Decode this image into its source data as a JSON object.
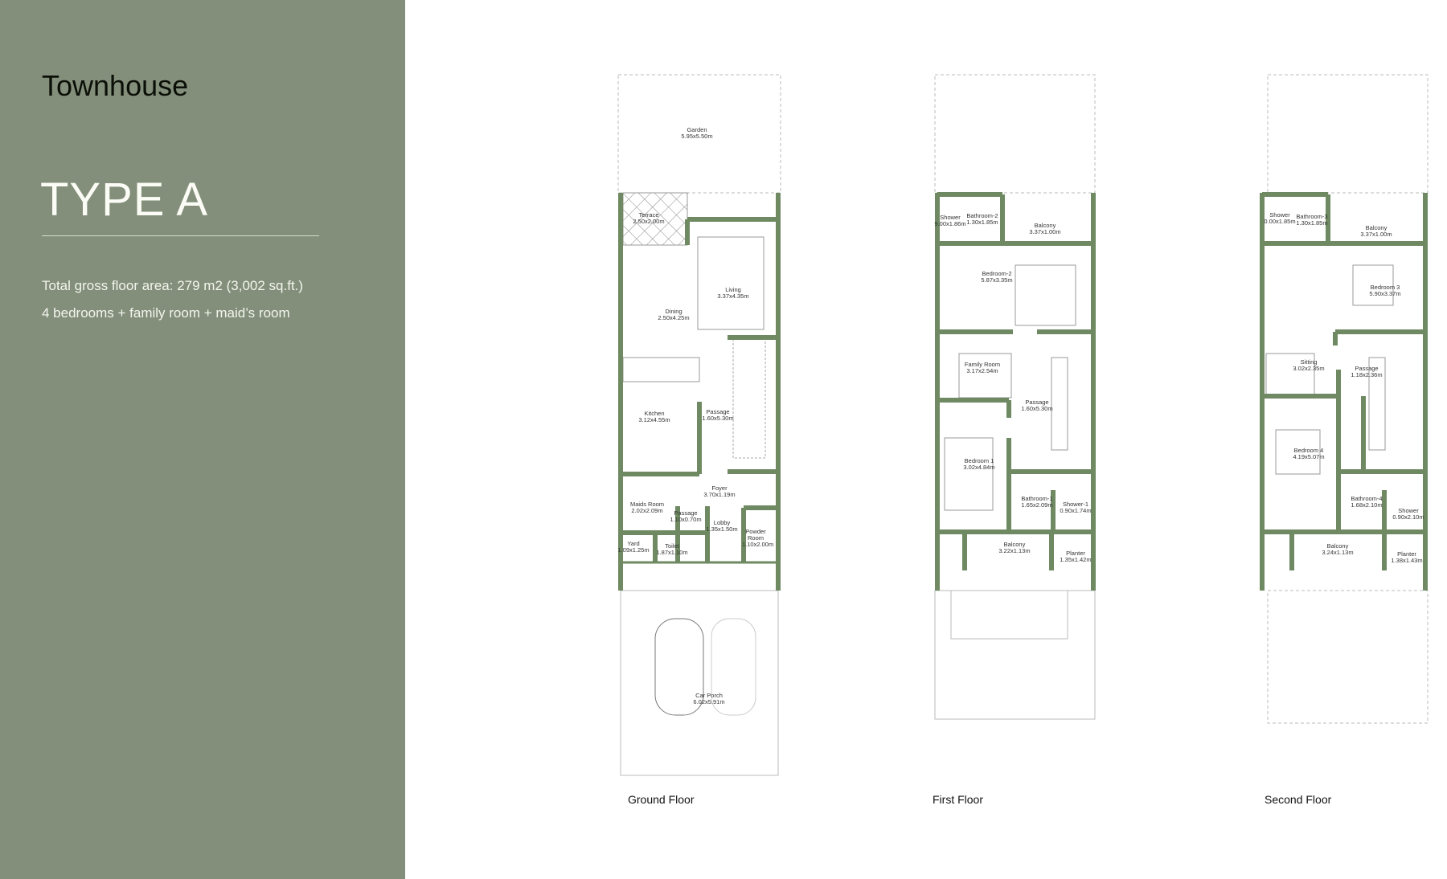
{
  "panel": {
    "title": "Townhouse",
    "type": "TYPE A",
    "specs": [
      "Total gross floor area: 279 m2 (3,002 sq.ft.)",
      "4 bedrooms + family room + maid’s room"
    ]
  },
  "colors": {
    "panel": "#838f7a",
    "wall": "#6f8a62"
  },
  "floors": {
    "ground": {
      "label": "Ground Floor",
      "rooms": [
        {
          "name": "Garden",
          "size": "5.95x5.50m"
        },
        {
          "name": "Terrace",
          "size": "2.50x2.00m"
        },
        {
          "name": "Living",
          "size": "3.37x4.35m"
        },
        {
          "name": "Dining",
          "size": "2.50x4.25m"
        },
        {
          "name": "Kitchen",
          "size": "3.12x4.55m"
        },
        {
          "name": "Passage",
          "size": "1.60x5.30m"
        },
        {
          "name": "Foyer",
          "size": "3.70x1.19m"
        },
        {
          "name": "Maids Room",
          "size": "2.02x2.09m"
        },
        {
          "name": "Passage",
          "size": "1.10x0.70m"
        },
        {
          "name": "Lobby",
          "size": "1.35x1.50m"
        },
        {
          "name": "Powder Room",
          "size": "1.10x2.00m"
        },
        {
          "name": "Yard",
          "size": "1.09x1.25m"
        },
        {
          "name": "Toilet",
          "size": "1.87x1.10m"
        },
        {
          "name": "Car Porch",
          "size": "6.02x5.91m"
        }
      ]
    },
    "first": {
      "label": "First Floor",
      "rooms": [
        {
          "name": "Shower",
          "size": "9.00x1.86m"
        },
        {
          "name": "Bathroom-2",
          "size": "1.30x1.85m"
        },
        {
          "name": "Balcony",
          "size": "3.37x1.00m"
        },
        {
          "name": "Bedroom-2",
          "size": "5.87x3.35m"
        },
        {
          "name": "Family Room",
          "size": "3.17x2.54m"
        },
        {
          "name": "Passage",
          "size": "1.60x5.30m"
        },
        {
          "name": "Bedroom 1",
          "size": "3.02x4.84m"
        },
        {
          "name": "Bathroom-1",
          "size": "1.65x2.09m"
        },
        {
          "name": "Shower-1",
          "size": "0.90x1.74m"
        },
        {
          "name": "Balcony",
          "size": "3.22x1.13m"
        },
        {
          "name": "Planter",
          "size": "1.35x1.42m"
        }
      ]
    },
    "second": {
      "label": "Second Floor",
      "rooms": [
        {
          "name": "Shower",
          "size": "0.00x1.85m"
        },
        {
          "name": "Bathroom-3",
          "size": "1.30x1.85m"
        },
        {
          "name": "Balcony",
          "size": "3.37x1.00m"
        },
        {
          "name": "Bedroom 3",
          "size": "5.90x3.37m"
        },
        {
          "name": "Sitting",
          "size": "3.02x2.35m"
        },
        {
          "name": "Passage",
          "size": "1.18x2.36m"
        },
        {
          "name": "Bedroom 4",
          "size": "4.19x5.07m"
        },
        {
          "name": "Bathroom-4",
          "size": "1.68x2.10m"
        },
        {
          "name": "Shower",
          "size": "0.90x2.10m"
        },
        {
          "name": "Balcony",
          "size": "3.24x1.13m"
        },
        {
          "name": "Planter",
          "size": "1.38x1.43m"
        }
      ]
    }
  }
}
